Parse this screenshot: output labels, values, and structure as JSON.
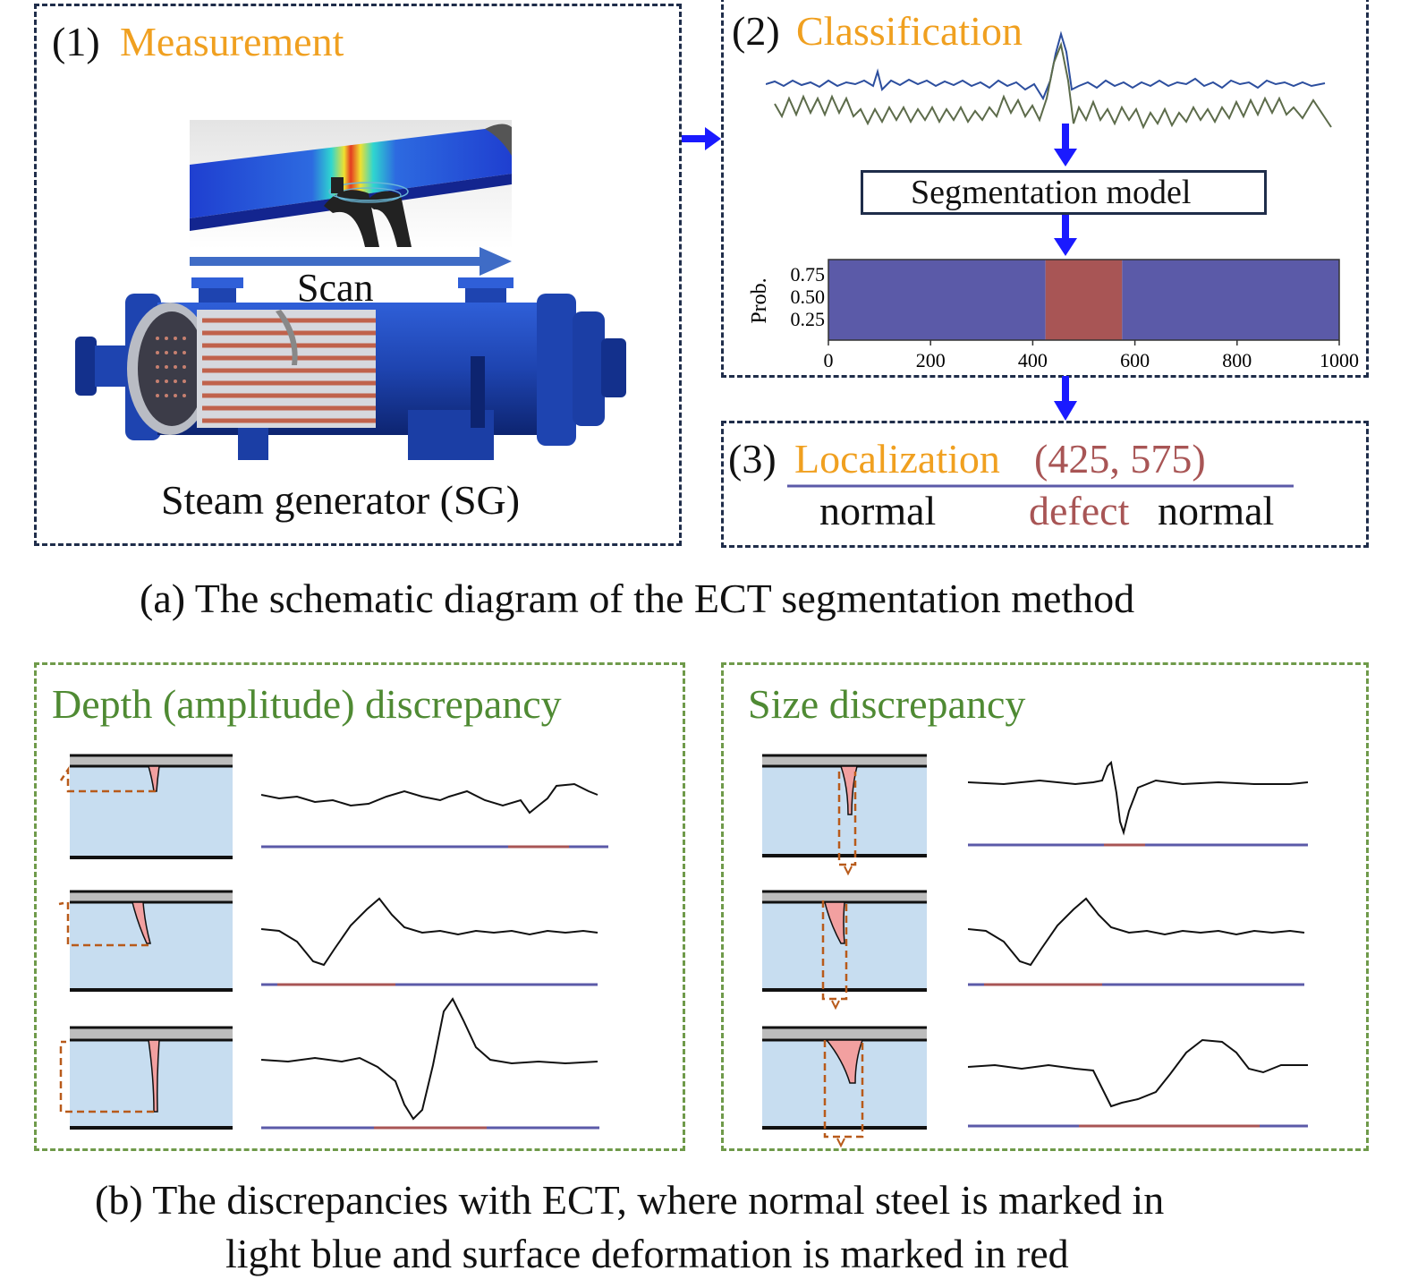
{
  "panel_a": {
    "measurement": {
      "num": "(1)",
      "title": "Measurement",
      "scan_label": "Scan",
      "caption": "Steam generator (SG)"
    },
    "classification": {
      "num": "(2)",
      "title": "Classification",
      "model_label": "Segmentation model",
      "y_label": "Prob.",
      "y_ticks": [
        "0.75",
        "0.50",
        "0.25"
      ],
      "x_ticks": [
        "0",
        "200",
        "400",
        "600",
        "800",
        "1000"
      ]
    },
    "localization": {
      "num": "(3)",
      "title": "Localization",
      "range": "(425, 575)",
      "normal_left": "normal",
      "defect": "defect",
      "normal_right": "normal"
    },
    "caption": "(a) The schematic diagram of the ECT segmentation method"
  },
  "panel_b": {
    "depth_title": "Depth (amplitude) discrepancy",
    "size_title": "Size discrepancy",
    "caption_line1": "(b) The discrepancies with ECT, where normal steel is marked in",
    "caption_line2": "light blue and surface deformation is marked in red"
  },
  "colors": {
    "orange": "#f0a020",
    "green": "#4f8a33",
    "defect_red": "#a85555",
    "normal_blue": "#5b5aa8",
    "steel_blue": "#c7ddf0",
    "arrow_blue": "#1a1aff"
  },
  "chart_data": {
    "type": "heatmap",
    "ylabel": "Prob.",
    "x_range": [
      0,
      1000
    ],
    "xticks": [
      0,
      200,
      400,
      600,
      800,
      1000
    ],
    "yticks": [
      0.25,
      0.5,
      0.75
    ],
    "segments": [
      {
        "label": "normal",
        "start": 0,
        "end": 425,
        "color": "#5b5aa8"
      },
      {
        "label": "defect",
        "start": 425,
        "end": 575,
        "color": "#a85555"
      },
      {
        "label": "normal",
        "start": 575,
        "end": 1000,
        "color": "#5b5aa8"
      }
    ]
  }
}
